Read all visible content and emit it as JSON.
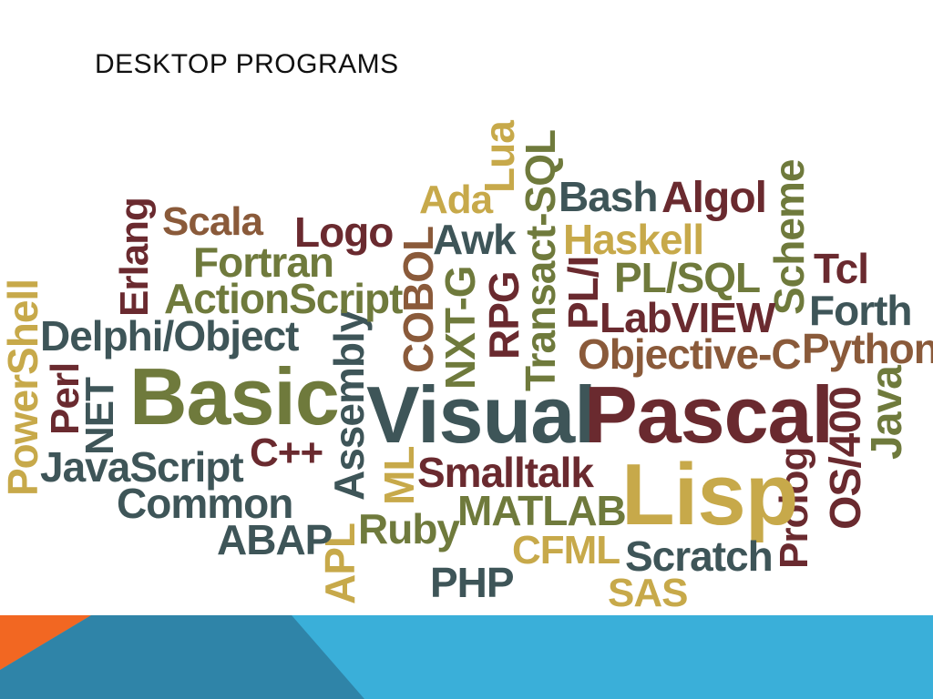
{
  "slide": {
    "title": "DESKTOP PROGRAMS"
  },
  "colors": {
    "slate": "#3e5558",
    "olive": "#6f7a3c",
    "maroon": "#6a2a2f",
    "gold": "#c7a94a",
    "brown": "#8a5a3a",
    "footer_orange": "#f26722",
    "footer_blue_dark": "#2f84a8",
    "footer_blue_light": "#3aafd9"
  },
  "words": {
    "lua": "Lua",
    "transact_sql": "Transact-SQL",
    "ada": "Ada",
    "bash": "Bash",
    "algol": "Algol",
    "scheme": "Scheme",
    "erlang": "Erlang",
    "scala": "Scala",
    "logo": "Logo",
    "cobol": "COBOL",
    "awk": "Awk",
    "haskell": "Haskell",
    "fortran": "Fortran",
    "tcl": "Tcl",
    "nxt_g": "NXT-G",
    "pl_i": "PL/I",
    "pl_sql": "PL/SQL",
    "actionscript": "ActionScript",
    "rpg": "RPG",
    "forth": "Forth",
    "powershell": "PowerShell",
    "labview": "LabVIEW",
    "delphi": "Delphi/Object",
    "assembly": "Assembly",
    "python": "Python",
    "objective_c": "Objective-C",
    "perl": "Perl",
    "basic": "Basic",
    "visual": "Visual",
    "pascal": "Pascal",
    "net": "NET",
    "os400": "OS/400",
    "java": "Java",
    "cpp": "C++",
    "javascript": "JavaScript",
    "ml": "ML",
    "smalltalk": "Smalltalk",
    "prolog": "Prolog",
    "lisp": "Lisp",
    "common": "Common",
    "matlab": "MATLAB",
    "ruby": "Ruby",
    "abap": "ABAP",
    "cfml": "CFML",
    "apl": "APL",
    "scratch": "Scratch",
    "php": "PHP",
    "sas": "SAS"
  }
}
